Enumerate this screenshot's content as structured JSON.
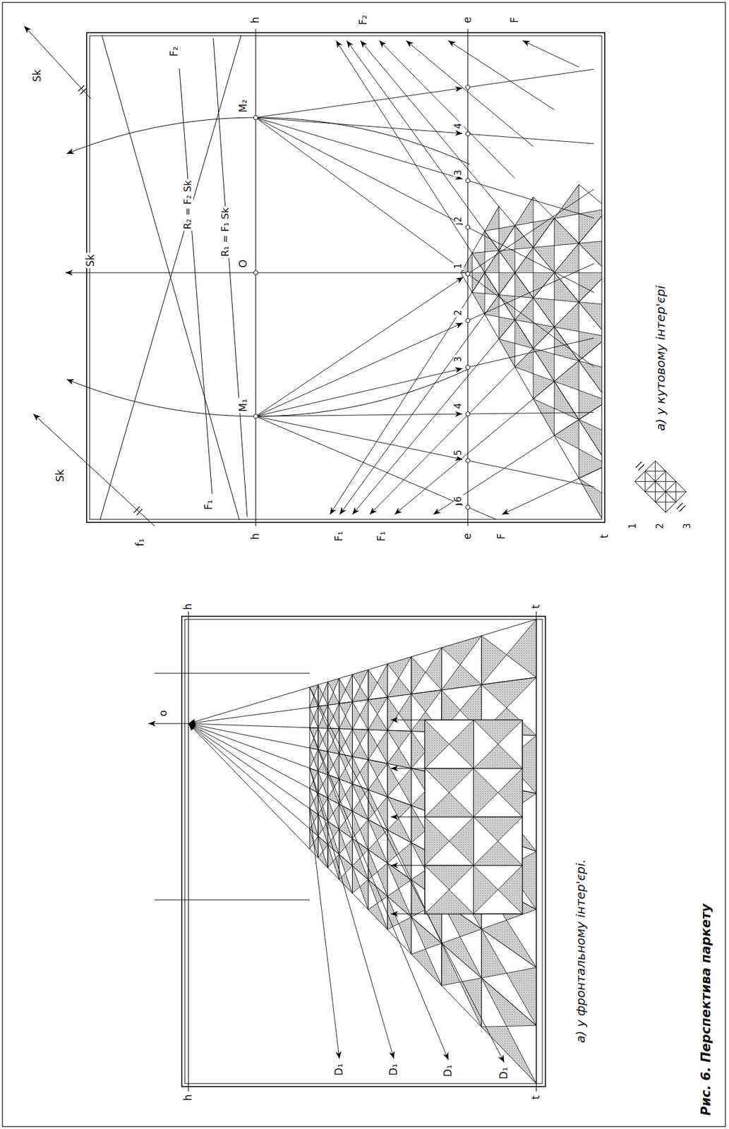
{
  "diagram": {
    "caption": "Рис. 6. Перспектива паркету",
    "labels": [
      "h",
      "h",
      "t",
      "t",
      "o",
      "D₁",
      "D₁",
      "D₁",
      "D₁",
      "а) у фронтальному інтер'єрі.",
      "f₁",
      "Sk",
      "Sk",
      "Sk",
      "F₁",
      "F₂",
      "R₂ = F₂ Sk",
      "R₁ = F₁ Sk",
      "O",
      "M₁",
      "M₂",
      "h",
      "h",
      "e",
      "e",
      "t",
      "1",
      "2",
      "3",
      "4",
      "5",
      "6",
      "2",
      "3",
      "4",
      "F₁",
      "F₁",
      "F",
      "F₂",
      "F",
      "а) у кутовому інтер'єрі",
      "1",
      "2",
      "3"
    ]
  }
}
